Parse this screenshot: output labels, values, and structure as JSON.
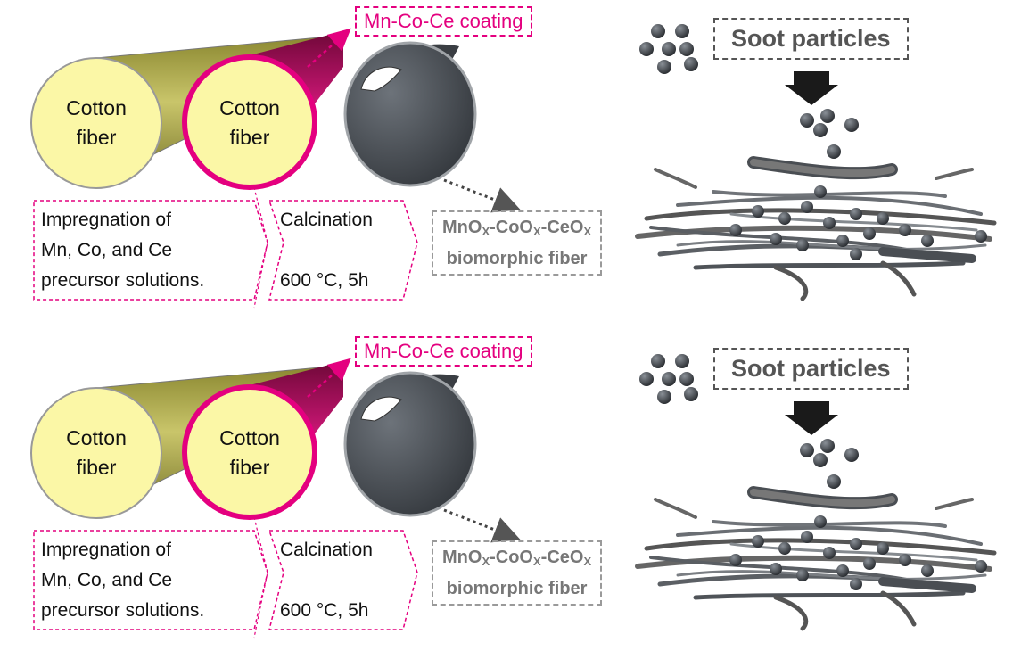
{
  "panels": [
    {
      "fiber_left": {
        "line1": "Cotton",
        "line2": "fiber"
      },
      "fiber_mid": {
        "line1": "Cotton",
        "line2": "fiber"
      },
      "coating_label": "Mn-Co-Ce coating",
      "step1": {
        "line1": "Impregnation of",
        "line2": "Mn, Co, and Ce",
        "line3": "precursor solutions."
      },
      "step2": {
        "line1": "Calcination",
        "line2": "600 °C, 5h"
      },
      "product": {
        "mn": "MnO",
        "co": "-CoO",
        "ce": "-CeO",
        "sub": "X",
        "line2": "biomorphic fiber"
      },
      "soot_label": "Soot particles"
    },
    {
      "fiber_left": {
        "line1": "Cotton",
        "line2": "fiber"
      },
      "fiber_mid": {
        "line1": "Cotton",
        "line2": "fiber"
      },
      "coating_label": "Mn-Co-Ce coating",
      "step1": {
        "line1": "Impregnation of",
        "line2": "Mn, Co, and Ce",
        "line3": "precursor solutions."
      },
      "step2": {
        "line1": "Calcination",
        "line2": "600 °C, 5h"
      },
      "product": {
        "mn": "MnO",
        "co": "-CoO",
        "ce": "-CeO",
        "sub": "X",
        "line2": "biomorphic fiber"
      },
      "soot_label": "Soot particles"
    }
  ],
  "colors": {
    "cotton_face": "#fbf7a6",
    "cotton_body": "#a8a446",
    "coating": "#e4007f",
    "coating_body": "#9c0a4e",
    "oxide_fiber": "#4a4f55",
    "soot": "#33373c"
  }
}
